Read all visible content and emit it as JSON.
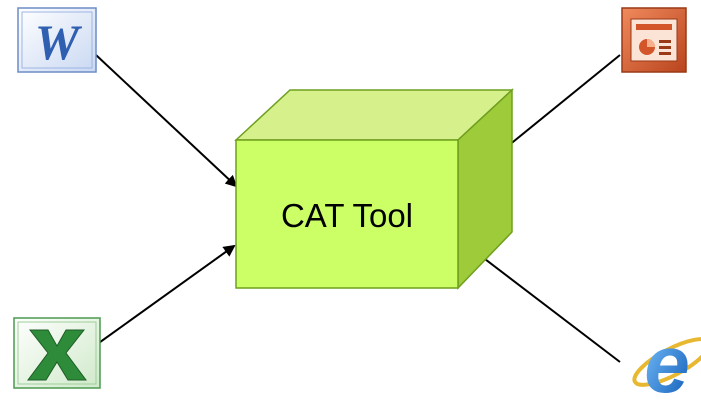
{
  "diagram": {
    "center_label": "CAT Tool",
    "icons": [
      {
        "name": "word-icon",
        "letter": "W"
      },
      {
        "name": "powerpoint-icon"
      },
      {
        "name": "excel-icon"
      },
      {
        "name": "internet-explorer-icon",
        "letter": "e"
      }
    ],
    "colors": {
      "cube_front": "#ccff66",
      "cube_top": "#d6f08c",
      "cube_side": "#9ecb3a",
      "cube_edge": "#6f9f1f",
      "arrow": "#000000",
      "word_blue": "#2f5fb0",
      "powerpoint_orange": "#d2562a",
      "excel_green": "#2e8b3a",
      "ie_blue": "#1f6fc8"
    }
  }
}
